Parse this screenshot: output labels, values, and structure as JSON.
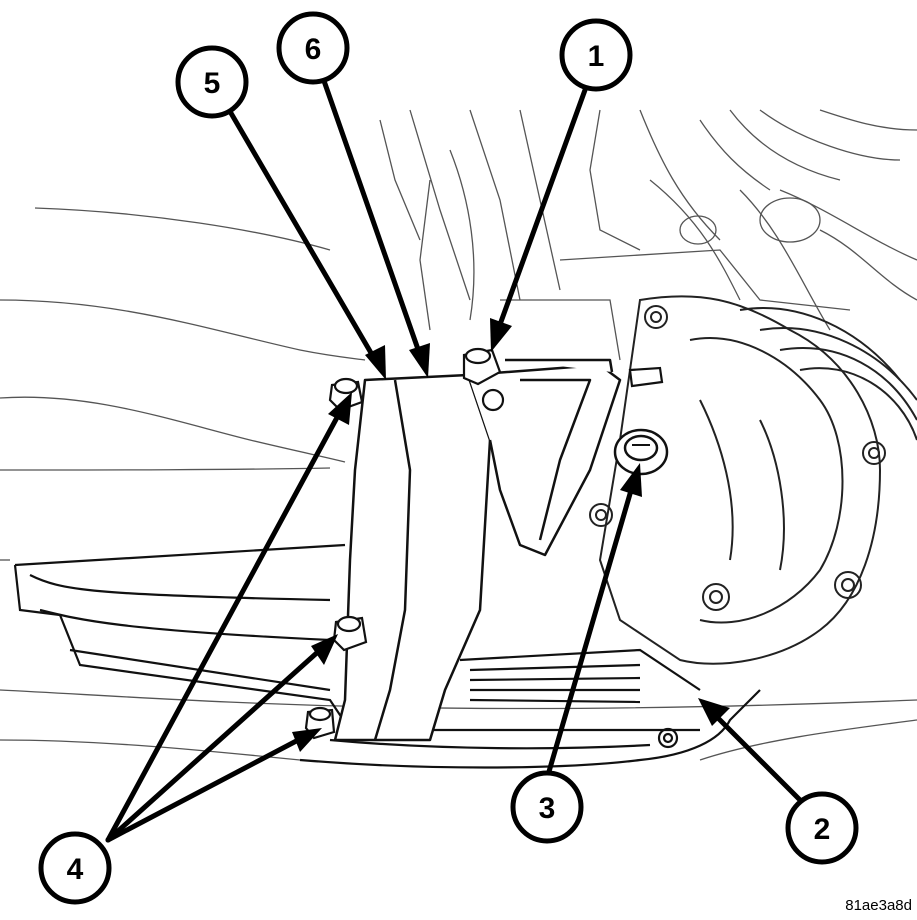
{
  "figure": {
    "id_code": "81ae3a8d"
  },
  "callouts": [
    {
      "label": "1"
    },
    {
      "label": "2"
    },
    {
      "label": "3"
    },
    {
      "label": "4"
    },
    {
      "label": "5"
    },
    {
      "label": "6"
    }
  ],
  "colors": {
    "ink": "#000000",
    "background": "#ffffff",
    "light_line": "#777777"
  }
}
